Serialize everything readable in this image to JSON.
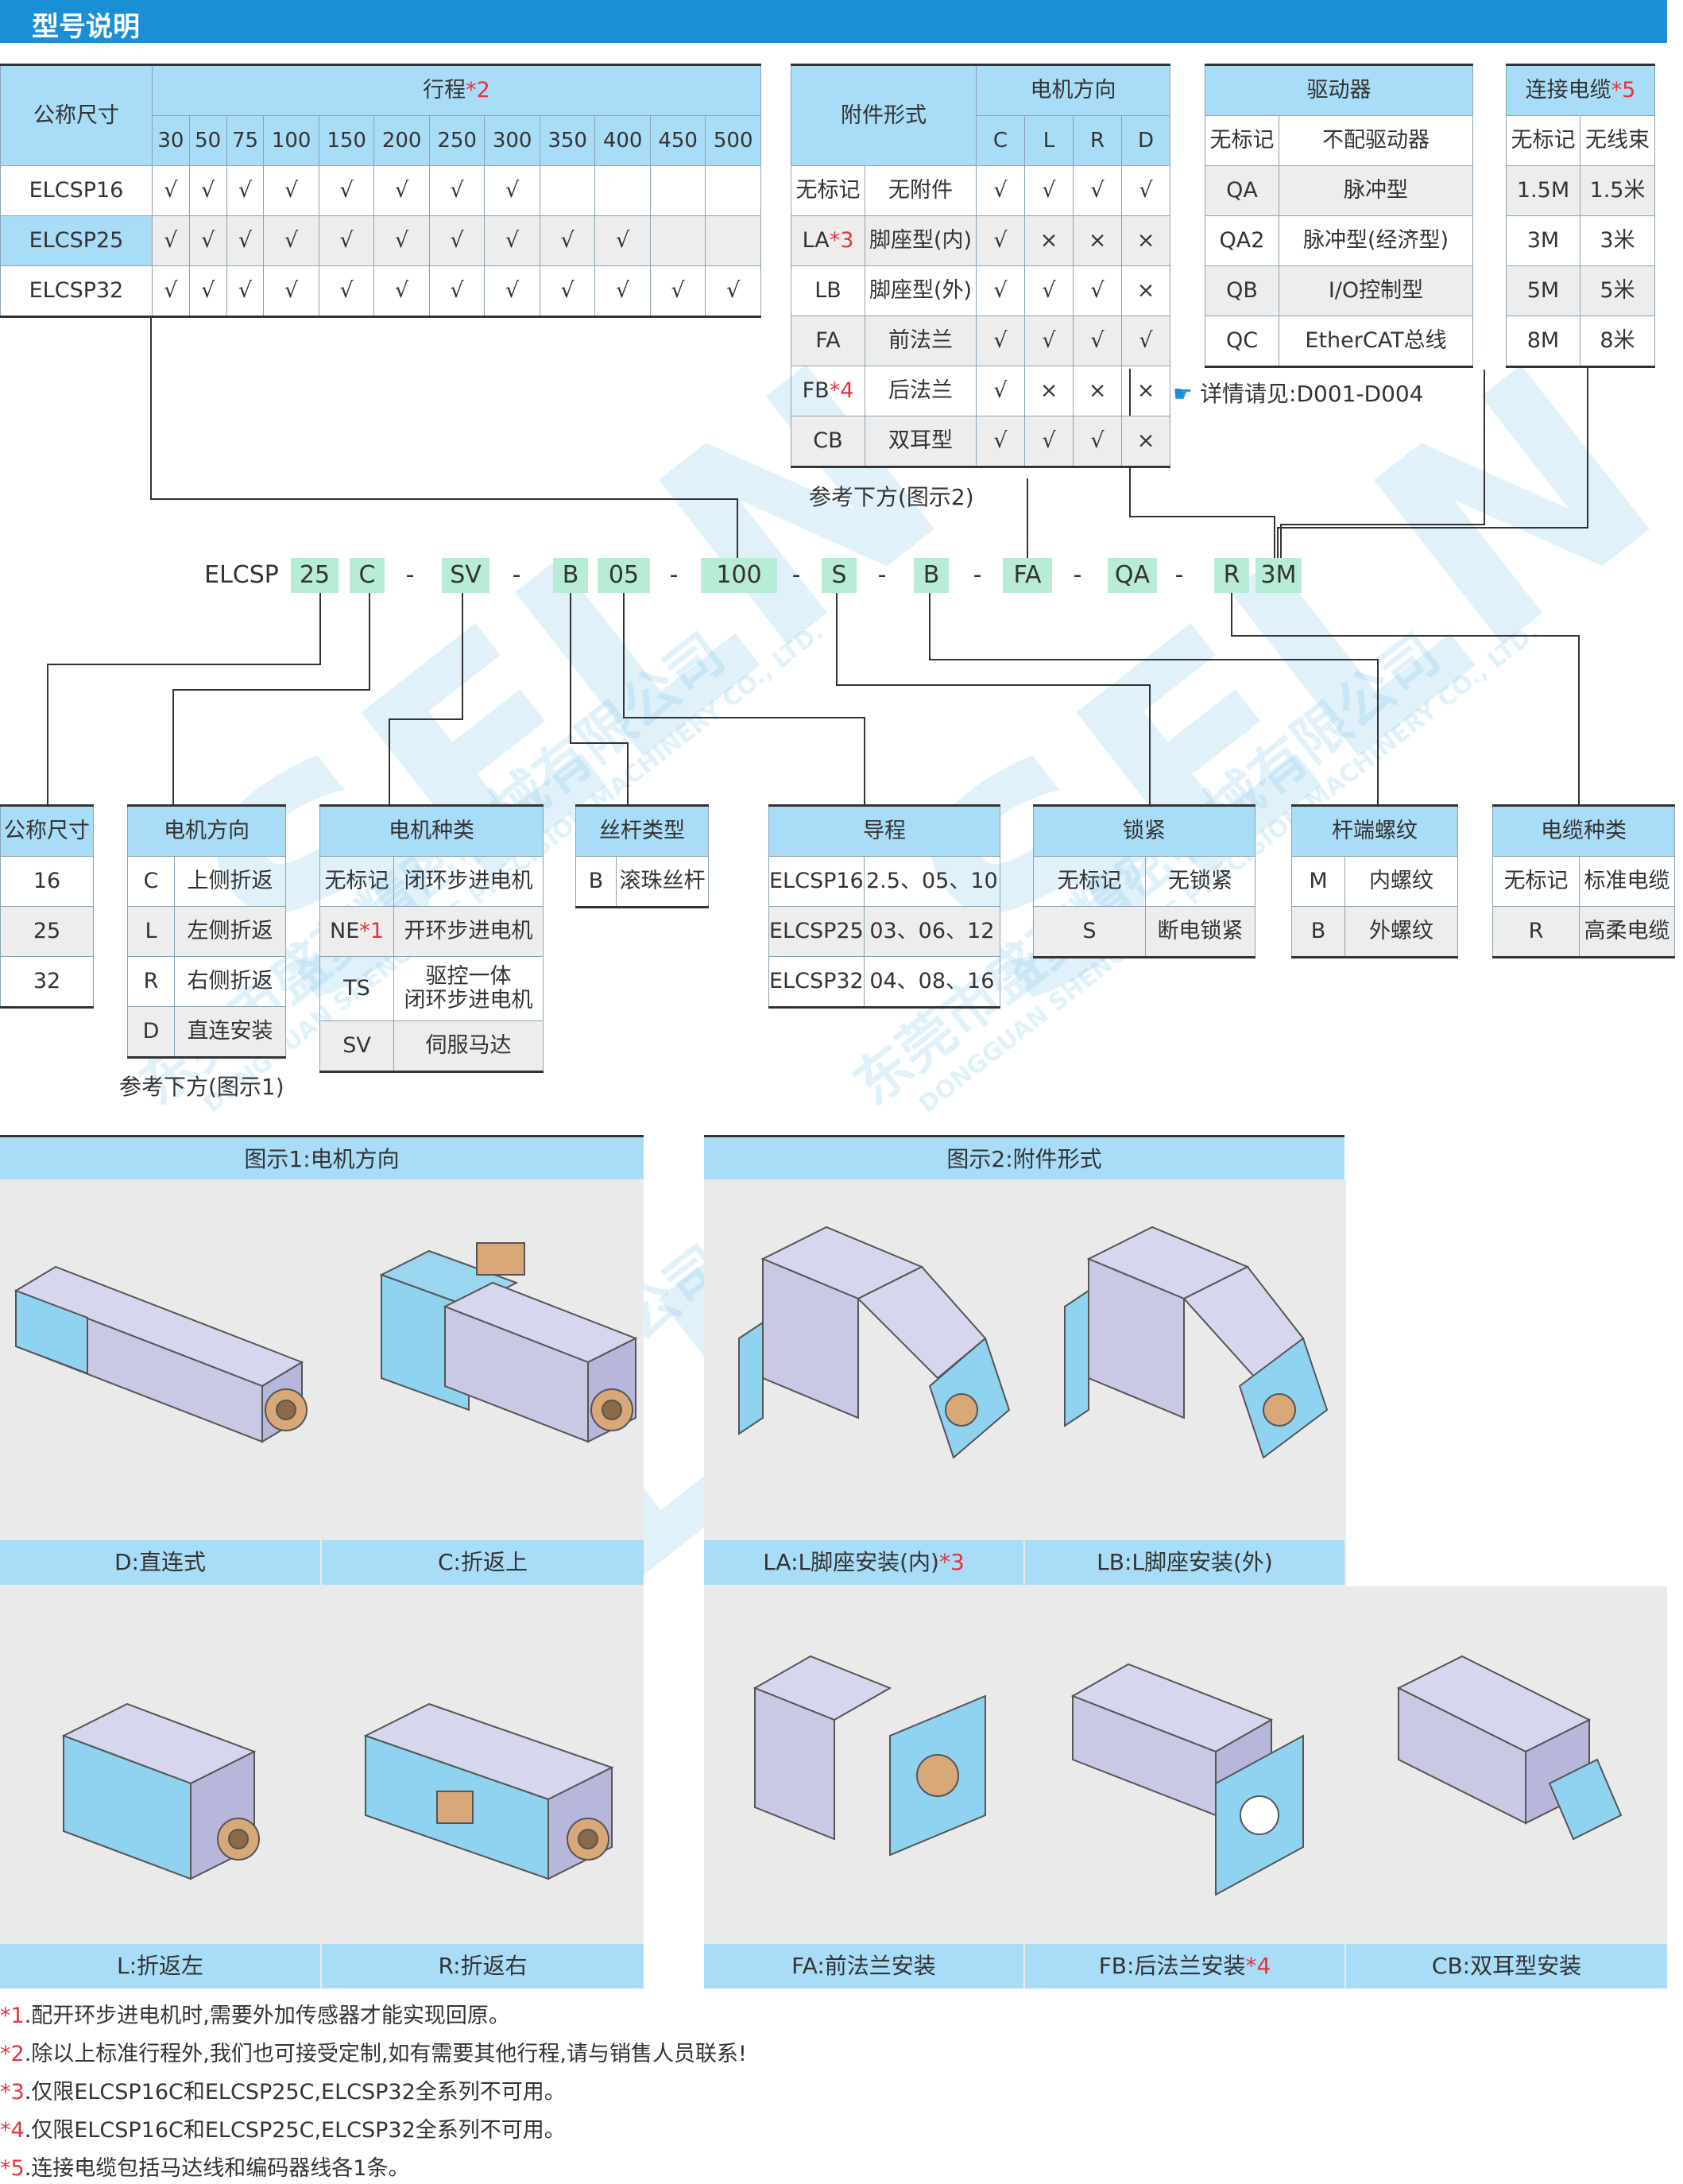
{
  "header": {
    "title": "型号说明"
  },
  "stroke_table": {
    "col1": "公称尺寸",
    "title": "行程",
    "note_mark": "*2",
    "strokes": [
      "30",
      "50",
      "75",
      "100",
      "150",
      "200",
      "250",
      "300",
      "350",
      "400",
      "450",
      "500"
    ],
    "rows": [
      {
        "name": "ELCSP16",
        "cells": [
          "√",
          "√",
          "√",
          "√",
          "√",
          "√",
          "√",
          "√",
          "",
          "",
          "",
          ""
        ]
      },
      {
        "name": "ELCSP25",
        "cells": [
          "√",
          "√",
          "√",
          "√",
          "√",
          "√",
          "√",
          "√",
          "√",
          "√",
          "",
          ""
        ]
      },
      {
        "name": "ELCSP32",
        "cells": [
          "√",
          "√",
          "√",
          "√",
          "√",
          "√",
          "√",
          "√",
          "√",
          "√",
          "√",
          "√"
        ]
      }
    ]
  },
  "accessory_table": {
    "title": "附件形式",
    "dir_title": "电机方向",
    "dirs": [
      "C",
      "L",
      "R",
      "D"
    ],
    "rows": [
      {
        "code": "无标记",
        "mark": "",
        "name": "无附件",
        "cells": [
          "√",
          "√",
          "√",
          "√"
        ]
      },
      {
        "code": "LA",
        "mark": "*3",
        "name": "脚座型(内)",
        "cells": [
          "√",
          "×",
          "×",
          "×"
        ]
      },
      {
        "code": "LB",
        "mark": "",
        "name": "脚座型(外)",
        "cells": [
          "√",
          "√",
          "√",
          "×"
        ]
      },
      {
        "code": "FA",
        "mark": "",
        "name": "前法兰",
        "cells": [
          "√",
          "√",
          "√",
          "√"
        ]
      },
      {
        "code": "FB",
        "mark": "*4",
        "name": "后法兰",
        "cells": [
          "√",
          "×",
          "×",
          "×"
        ]
      },
      {
        "code": "CB",
        "mark": "",
        "name": "双耳型",
        "cells": [
          "√",
          "√",
          "√",
          "×"
        ]
      }
    ],
    "note": "参考下方(图示2)"
  },
  "driver_table": {
    "title": "驱动器",
    "rows": [
      {
        "code": "无标记",
        "name": "不配驱动器"
      },
      {
        "code": "QA",
        "name": "脉冲型"
      },
      {
        "code": "QA2",
        "name": "脉冲型(经济型)"
      },
      {
        "code": "QB",
        "name": "I/O控制型"
      },
      {
        "code": "QC",
        "name": "EtherCAT总线"
      }
    ],
    "note": "详情请见:D001-D004"
  },
  "cable_len_table": {
    "title": "连接电缆",
    "mark": "*5",
    "rows": [
      {
        "code": "无标记",
        "name": "无线束"
      },
      {
        "code": "1.5M",
        "name": "1.5米"
      },
      {
        "code": "3M",
        "name": "3米"
      },
      {
        "code": "5M",
        "name": "5米"
      },
      {
        "code": "8M",
        "name": "8米"
      }
    ]
  },
  "model_code": {
    "segments": [
      "ELCSP",
      "25",
      "C",
      "-",
      "SV",
      "-",
      "B",
      "05",
      "-",
      "100",
      "-",
      "S",
      "-",
      "B",
      "-",
      "FA",
      "-",
      "QA",
      "-",
      "R",
      "3M"
    ]
  },
  "size_table": {
    "title": "公称尺寸",
    "rows": [
      "16",
      "25",
      "32"
    ]
  },
  "motor_dir_table": {
    "title": "电机方向",
    "rows": [
      {
        "code": "C",
        "name": "上侧折返"
      },
      {
        "code": "L",
        "name": "左侧折返"
      },
      {
        "code": "R",
        "name": "右侧折返"
      },
      {
        "code": "D",
        "name": "直连安装"
      }
    ],
    "note": "参考下方(图示1)"
  },
  "motor_type_table": {
    "title": "电机种类",
    "rows": [
      {
        "code": "无标记",
        "mark": "",
        "name": "闭环步进电机",
        "name2": ""
      },
      {
        "code": "NE",
        "mark": "*1",
        "name": "开环步进电机",
        "name2": ""
      },
      {
        "code": "TS",
        "mark": "",
        "name": "驱控一体",
        "name2": "闭环步进电机"
      },
      {
        "code": "SV",
        "mark": "",
        "name": "伺服马达",
        "name2": ""
      }
    ]
  },
  "screw_table": {
    "title": "丝杆类型",
    "rows": [
      {
        "code": "B",
        "name": "滚珠丝杆"
      }
    ]
  },
  "lead_table": {
    "title": "导程",
    "rows": [
      {
        "code": "ELCSP16",
        "name": "2.5、05、10"
      },
      {
        "code": "ELCSP25",
        "name": "03、06、12"
      },
      {
        "code": "ELCSP32",
        "name": "04、08、16"
      }
    ]
  },
  "lock_table": {
    "title": "锁紧",
    "rows": [
      {
        "code": "无标记",
        "name": "无锁紧"
      },
      {
        "code": "S",
        "name": "断电锁紧"
      }
    ]
  },
  "rod_table": {
    "title": "杆端螺纹",
    "rows": [
      {
        "code": "M",
        "name": "内螺纹"
      },
      {
        "code": "B",
        "name": "外螺纹"
      }
    ]
  },
  "cable_type_table": {
    "title": "电缆种类",
    "rows": [
      {
        "code": "无标记",
        "name": "标准电缆"
      },
      {
        "code": "R",
        "name": "高柔电缆"
      }
    ]
  },
  "figure1": {
    "title": "图示1:电机方向",
    "captions": [
      "D:直连式",
      "C:折返上",
      "L:折返左",
      "R:折返右"
    ]
  },
  "figure2": {
    "title": "图示2:附件形式",
    "captions": [
      "LA:L脚座安装(内)",
      "LB:L脚座安装(外)",
      "FA:前法兰安装",
      "FB:后法兰安装",
      "CB:双耳型安装"
    ],
    "marks": [
      "*3",
      "*4"
    ]
  },
  "footnotes": [
    {
      "mark": "*1",
      "text": ".配开环步进电机时,需要外加传感器才能实现回原。"
    },
    {
      "mark": "*2",
      "text": ".除以上标准行程外,我们也可接受定制,如有需要其他行程,请与销售人员联系!"
    },
    {
      "mark": "*3",
      "text": ".仅限ELCSP16C和ELCSP25C,ELCSP32全系列不可用。"
    },
    {
      "mark": "*4",
      "text": ".仅限ELCSP16C和ELCSP25C,ELCSP32全系列不可用。"
    },
    {
      "mark": "*5",
      "text": ".连接电缆包括马达线和编码器线各1条。"
    }
  ],
  "watermark": {
    "brand": "SELN",
    "cn": "东莞市盛菱精密机械有限公司",
    "en": "DONGGUAN SHENG LING PRECISION MACHINERY CO., LTD."
  },
  "colors": {
    "header": "#1a8fd6",
    "table_head": "#a8dcf7",
    "code_box": "#b9ecd6",
    "mark": "#e8323c"
  }
}
